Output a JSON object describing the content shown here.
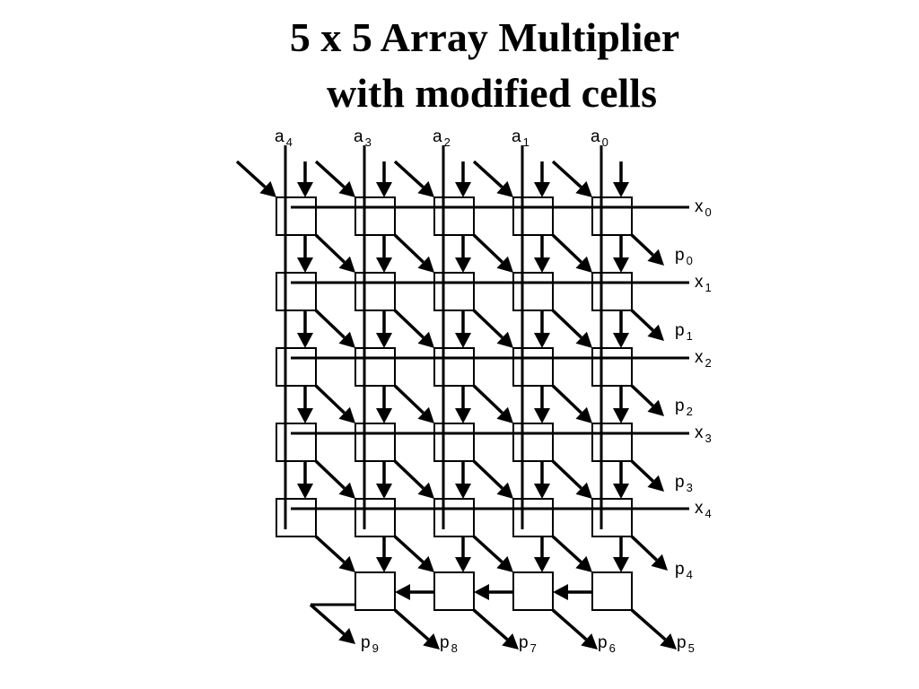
{
  "slide": {
    "title_line1": "5 x 5 Array Multiplier",
    "title_line2": "with modified cells"
  },
  "diagram": {
    "a_inputs": [
      {
        "name": "a",
        "sub": "4"
      },
      {
        "name": "a",
        "sub": "3"
      },
      {
        "name": "a",
        "sub": "2"
      },
      {
        "name": "a",
        "sub": "1"
      },
      {
        "name": "a",
        "sub": "0"
      }
    ],
    "x_inputs": [
      {
        "name": "x",
        "sub": "0"
      },
      {
        "name": "x",
        "sub": "1"
      },
      {
        "name": "x",
        "sub": "2"
      },
      {
        "name": "x",
        "sub": "3"
      },
      {
        "name": "x",
        "sub": "4"
      }
    ],
    "right_outputs": [
      {
        "name": "p",
        "sub": "0"
      },
      {
        "name": "p",
        "sub": "1"
      },
      {
        "name": "p",
        "sub": "2"
      },
      {
        "name": "p",
        "sub": "3"
      },
      {
        "name": "p",
        "sub": "4"
      }
    ],
    "bottom_outputs": [
      {
        "name": "p",
        "sub": "9"
      },
      {
        "name": "p",
        "sub": "8"
      },
      {
        "name": "p",
        "sub": "7"
      },
      {
        "name": "p",
        "sub": "6"
      },
      {
        "name": "p",
        "sub": "5"
      }
    ]
  }
}
